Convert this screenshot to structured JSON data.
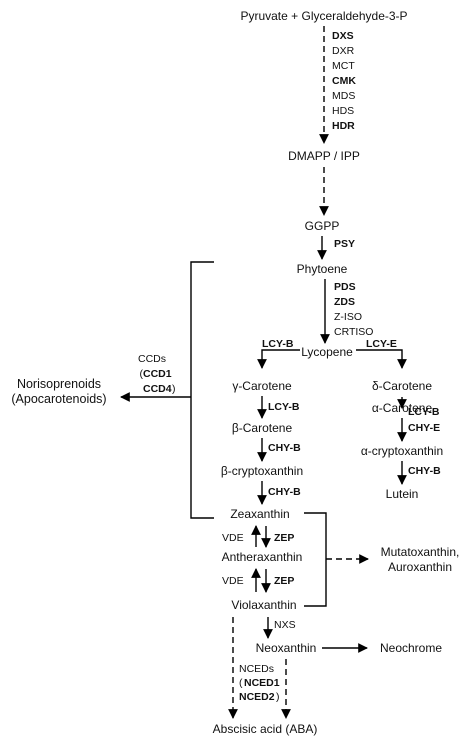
{
  "compounds": {
    "pyruvate_g3p": "Pyruvate + Glyceraldehyde-3-P",
    "dmapp_ipp": "DMAPP / IPP",
    "ggpp": "GGPP",
    "phytoene": "Phytoene",
    "lycopene": "Lycopene",
    "gamma_carotene": "γ-Carotene",
    "beta_carotene": "β-Carotene",
    "beta_cryptoxanthin": "β-cryptoxanthin",
    "zeaxanthin": "Zeaxanthin",
    "antheraxanthin": "Antheraxanthin",
    "violaxanthin": "Violaxanthin",
    "neoxanthin": "Neoxanthin",
    "neochrome": "Neochrome",
    "aba": "Abscisic acid (ABA)",
    "delta_carotene": "δ-Carotene",
    "alpha_carotene": "α-Carotene",
    "alpha_cryptoxanthin": "α-cryptoxanthin",
    "lutein": "Lutein",
    "norisoprenoids": "Norisoprenoids",
    "apocarotenoids": "(Apocarotenoids)",
    "mutatoxanthin": "Mutatoxanthin,",
    "auroxanthin": "Auroxanthin"
  },
  "enzymes": {
    "dxs": "DXS",
    "dxr": "DXR",
    "mct": "MCT",
    "cmk": "CMK",
    "mds": "MDS",
    "hds": "HDS",
    "hdr": "HDR",
    "psy": "PSY",
    "pds": "PDS",
    "zds": "ZDS",
    "ziso": "Z-ISO",
    "crtiso": "CRTISO",
    "lcyb_main": "LCY-B",
    "lcye_main": "LCY-E",
    "lcyb_gamma": "LCY-B",
    "chyb_beta": "CHY-B",
    "chyb_crypto": "CHY-B",
    "lcyb_delta": "LCY-B",
    "chye": "CHY-E",
    "chyb_alpha": "CHY-B",
    "vde_1": "VDE",
    "zep_1": "ZEP",
    "vde_2": "VDE",
    "zep_2": "ZEP",
    "nxs": "NXS",
    "ccds": "CCDs",
    "ccd1": "CCD1",
    "ccd4": "CCD4",
    "nceds": "NCEDs",
    "nced1": "NCED1",
    "nced2": "NCED2"
  }
}
